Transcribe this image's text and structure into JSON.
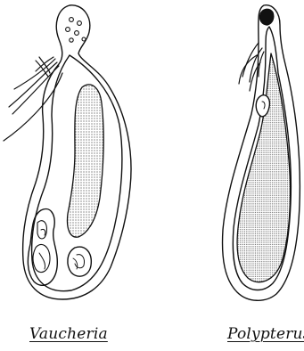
{
  "figure": {
    "panels": [
      {
        "id": "left",
        "caption": "Vaucheria"
      },
      {
        "id": "right",
        "caption": "Polypterus"
      }
    ],
    "colors": {
      "ink": "#111111",
      "stipple": "#9a9a9a",
      "background": "#ffffff"
    }
  }
}
